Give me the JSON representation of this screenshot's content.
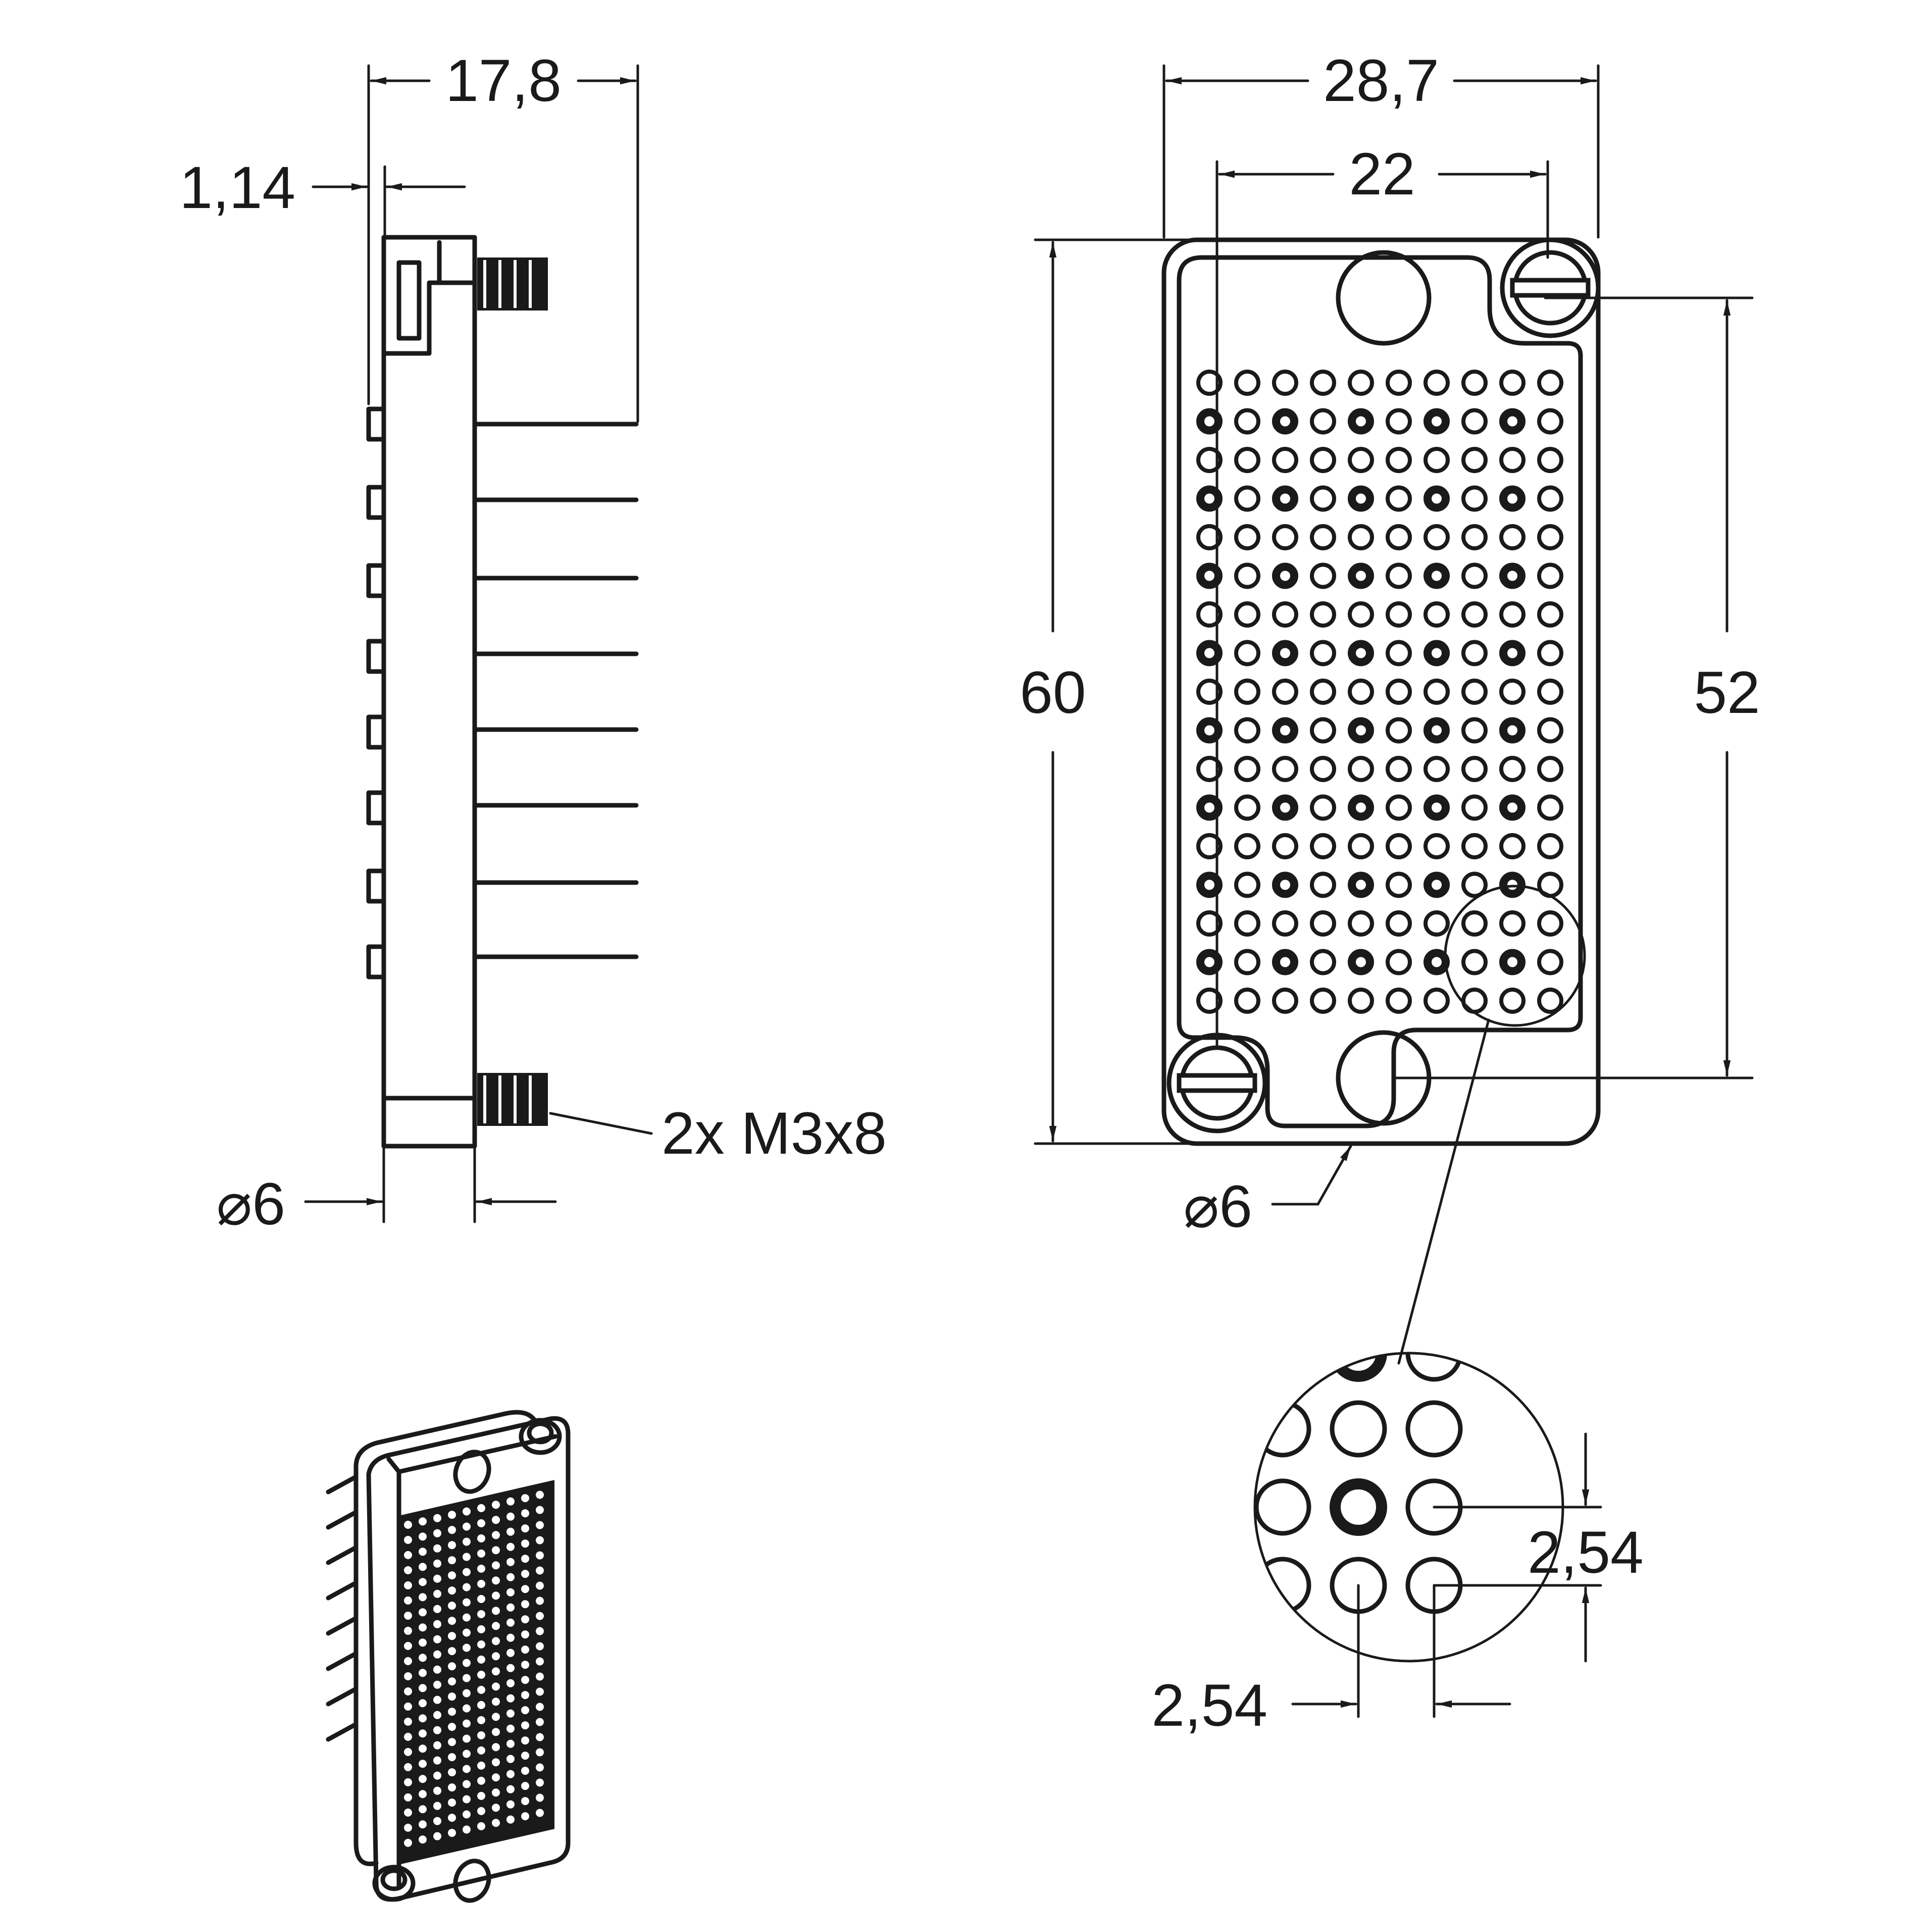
{
  "dimensions": {
    "side_width": "17,8",
    "flange_thickness": "1,14",
    "side_diameter": "6",
    "front_width": "28,7",
    "hole_spacing_horizontal": "22",
    "height": "60",
    "hole_spacing_vertical": "52",
    "front_hole_diameter": "6",
    "pitch_vertical": "2,54",
    "pitch_horizontal": "2,54"
  },
  "labels": {
    "screw_callout": "2x M3x8",
    "diameter_symbol": "⌀"
  },
  "colors": {
    "line": "#1a1a1a",
    "background": "#ffffff"
  }
}
